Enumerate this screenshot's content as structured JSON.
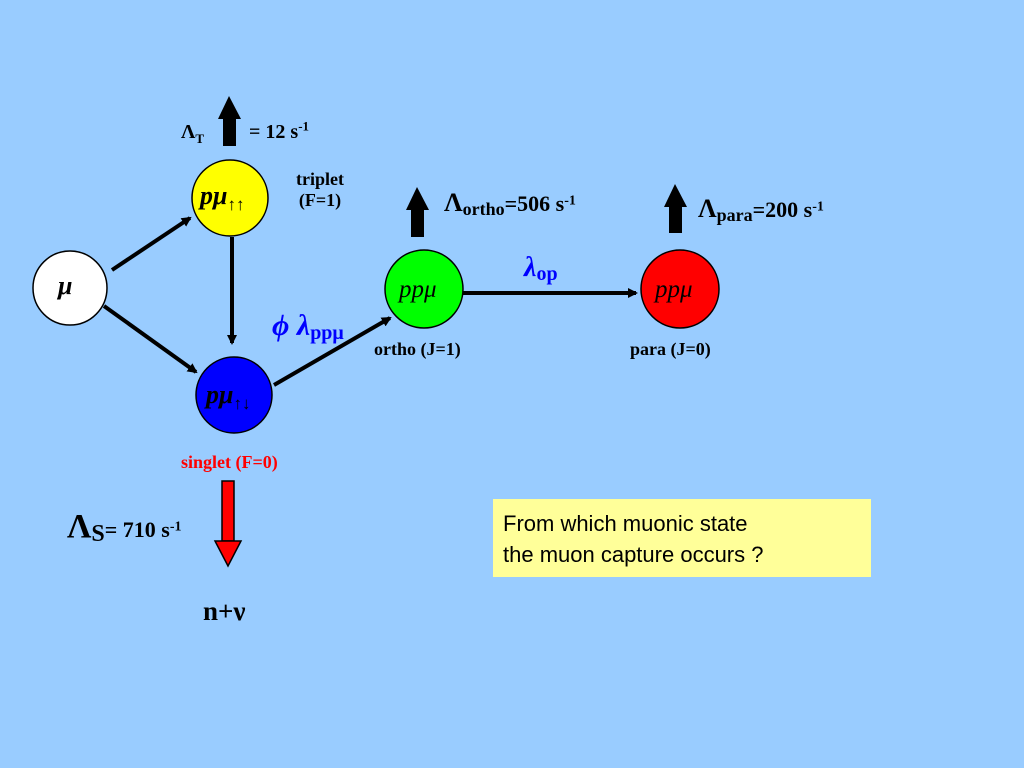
{
  "states": {
    "mu": "μ",
    "pmu_triplet": "pμ",
    "pmu_triplet_spin": "↑↑",
    "pmu_singlet": "pμ",
    "pmu_singlet_spin": "↑↓",
    "ppmu_ortho": "ppμ",
    "ppmu_para": "ppμ"
  },
  "labels": {
    "triplet_line1": "triplet",
    "triplet_line2": "(F=1)",
    "singlet": "singlet (F=0)",
    "ortho": "ortho (J=1)",
    "para": "para (J=0)",
    "final": "n+ν"
  },
  "rates": {
    "lambda_T_sym": "Λ",
    "lambda_T_sub": "T",
    "lambda_T_value": "= 12 s",
    "lambda_T_exp": "-1",
    "lambda_S_sym": "Λ",
    "lambda_S_sub": "S",
    "lambda_S_value": "= 710 s",
    "lambda_S_exp": "-1",
    "lambda_ortho_sym": "Λ",
    "lambda_ortho_sub": "ortho",
    "lambda_ortho_value": "=506 s",
    "lambda_ortho_exp": "-1",
    "lambda_para_sym": "Λ",
    "lambda_para_sub": "para",
    "lambda_para_value": "=200 s",
    "lambda_para_exp": "-1",
    "phi_lambda_ppmu": "ϕ λ",
    "phi_lambda_sub": "ppμ",
    "lambda_op": "λ",
    "lambda_op_sub": "op"
  },
  "note": {
    "line1": "From which muonic state",
    "line2": "the muon capture occurs ?"
  },
  "colors": {
    "background": "#99ccff",
    "triplet": "#ffff00",
    "singlet": "#0000ff",
    "ortho": "#00ff00",
    "para": "#ff0000",
    "mu": "#ffffff",
    "accent_blue": "#0000ff",
    "accent_red": "#ff0000",
    "note_bg": "#ffff99"
  }
}
